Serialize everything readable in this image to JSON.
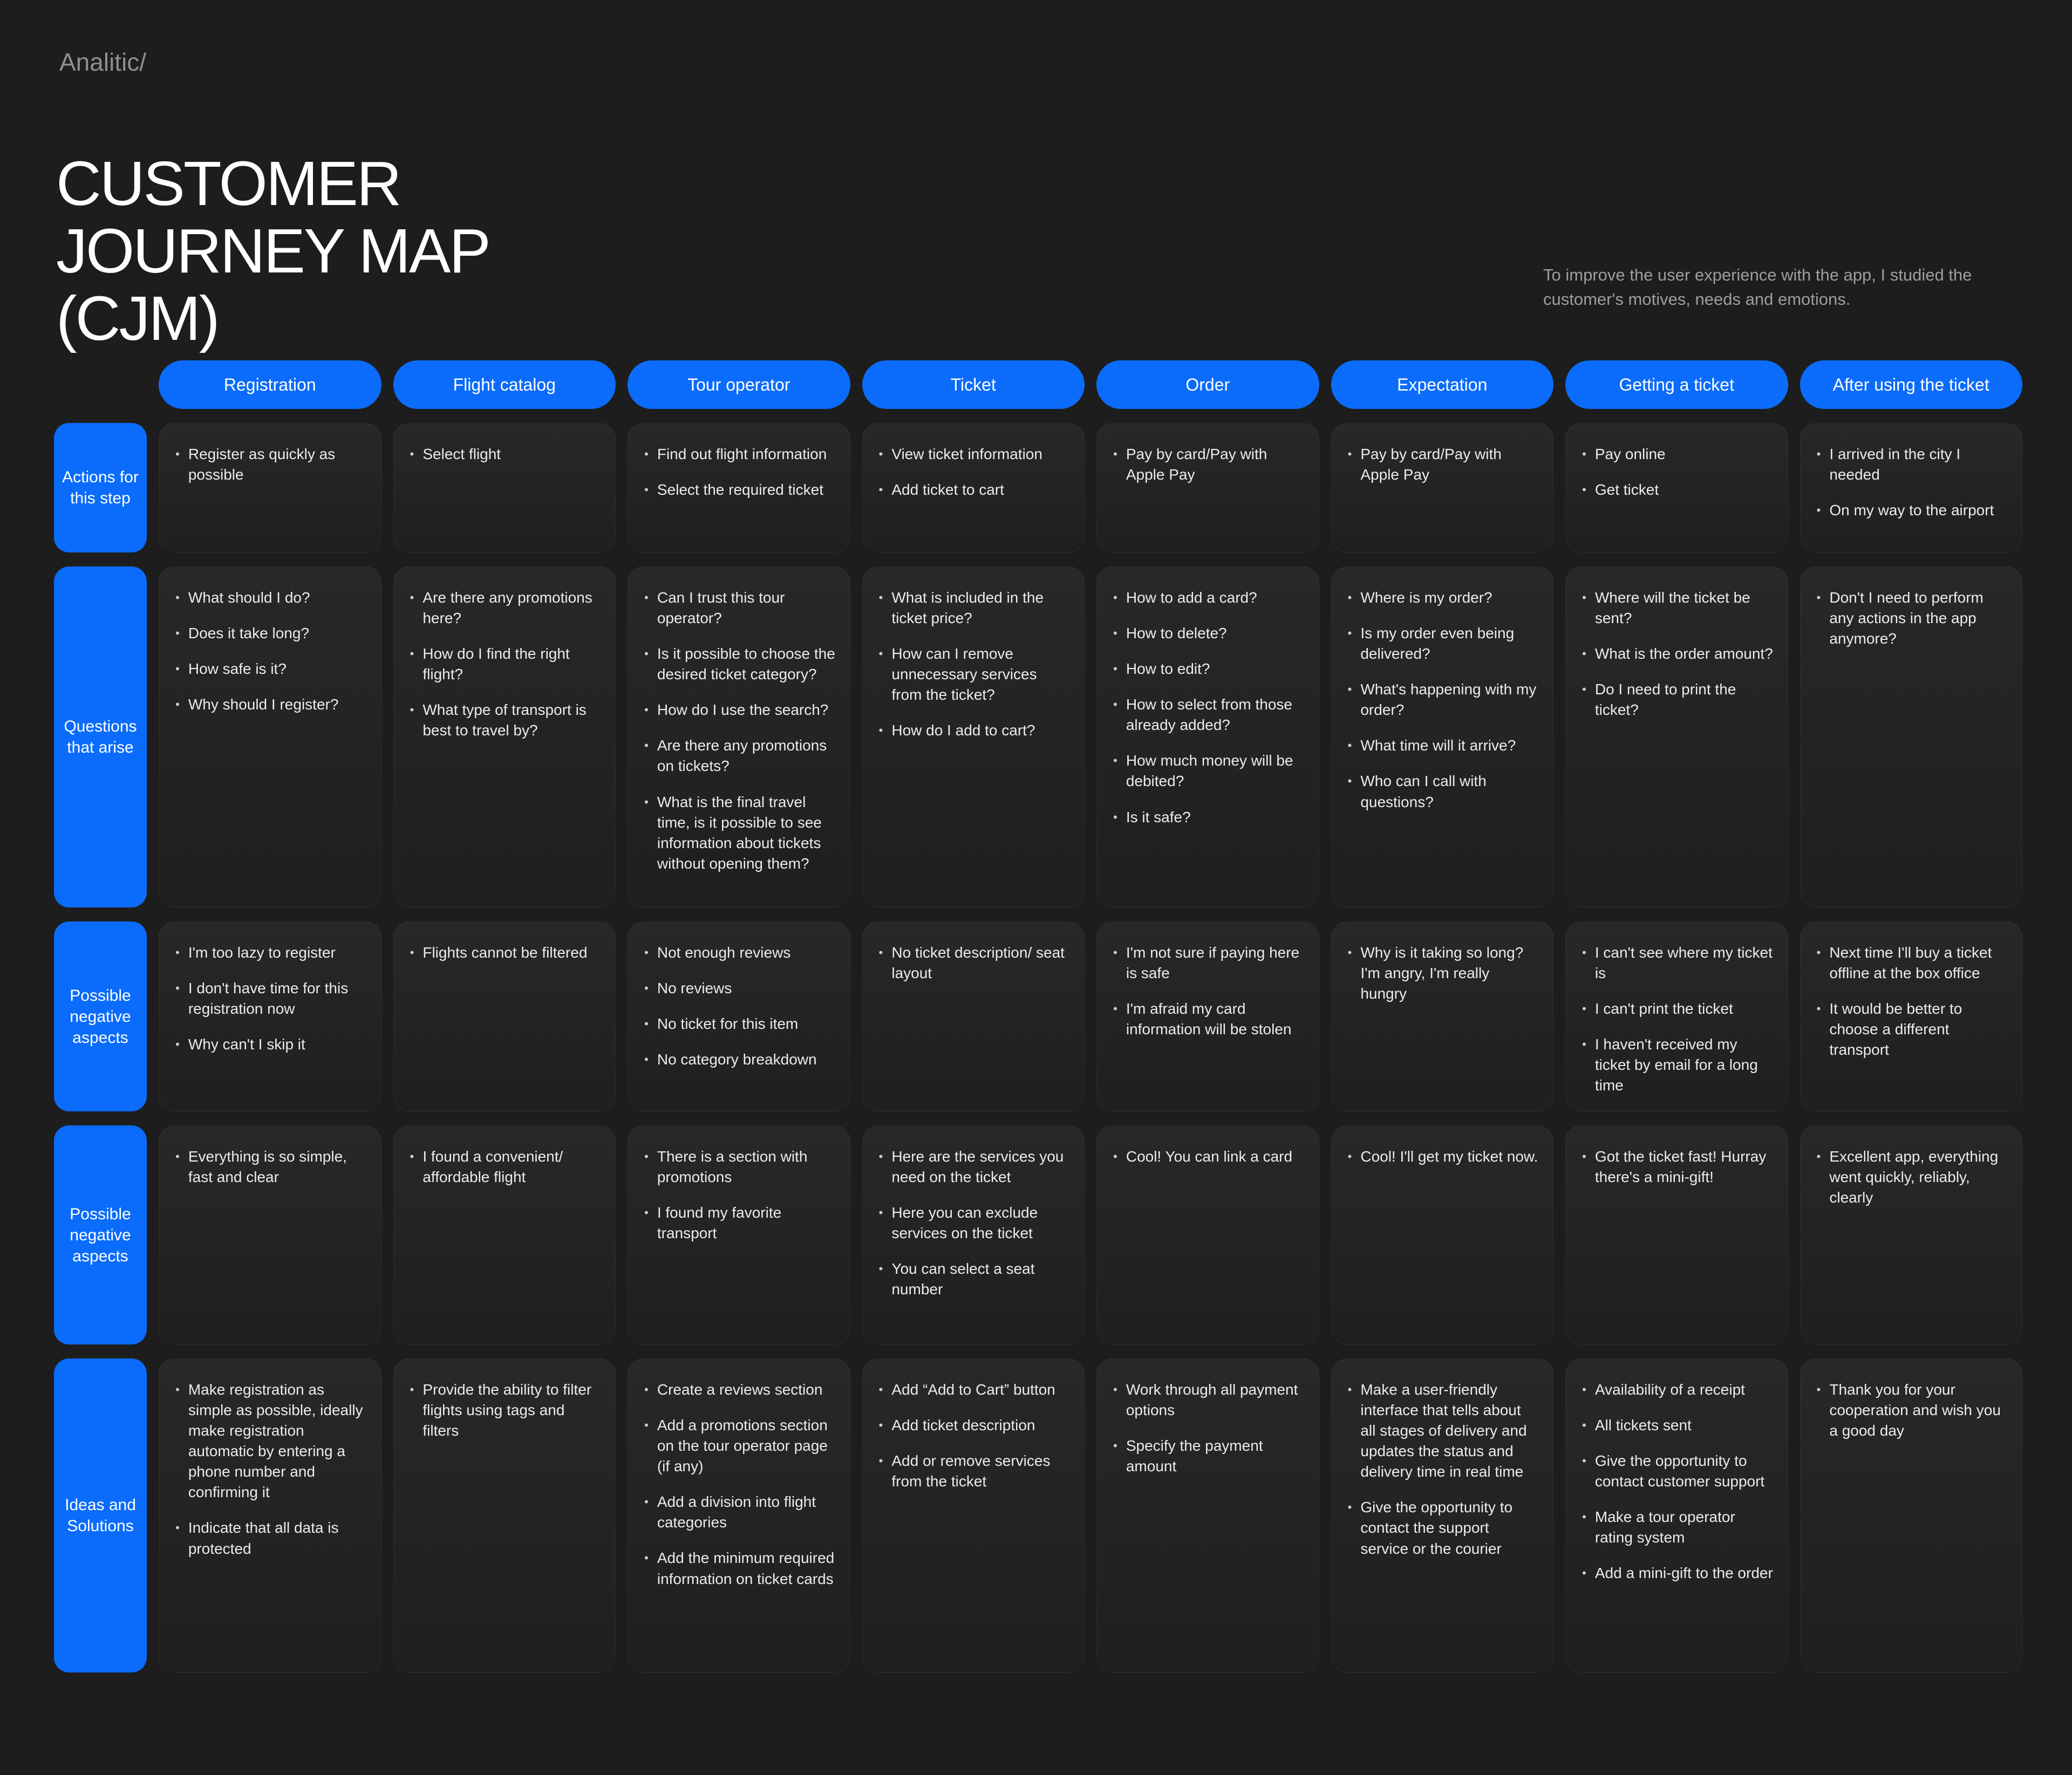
{
  "page": {
    "brand": "Analitic/",
    "title": "CUSTOMER\nJOURNEY MAP\n(CJM)",
    "subtitle": "To improve the user experience with the app, I studied the customer's motives, needs and emotions."
  },
  "colors": {
    "accent": "#0B6CFB",
    "background": "#1D1D1D",
    "card_top": "#282828",
    "card_bottom": "#1F1F1F",
    "text": "#ECECEC",
    "muted": "#9C9C9C"
  },
  "columns": [
    "Registration",
    "Flight catalog",
    "Tour operator",
    "Ticket",
    "Order",
    "Expectation",
    "Getting a ticket",
    "After using the ticket"
  ],
  "rows": [
    {
      "label": "Actions for this step",
      "cells": [
        [
          "Register as quickly as possible"
        ],
        [
          "Select flight"
        ],
        [
          "Find out flight information",
          "Select the required ticket"
        ],
        [
          "View ticket information",
          "Add ticket to cart"
        ],
        [
          "Pay by card/Pay with Apple Pay"
        ],
        [
          "Pay by card/Pay with Apple Pay"
        ],
        [
          "Pay online",
          "Get ticket"
        ],
        [
          "I arrived in the city I needed",
          "On my way to the airport"
        ]
      ]
    },
    {
      "label": "Questions that arise",
      "cells": [
        [
          "What should I do?",
          "Does it take long?",
          "How safe is it?",
          "Why should I register?"
        ],
        [
          "Are there any promotions here?",
          "How do I find the right flight?",
          "What type of transport is best to travel by?"
        ],
        [
          "Can I trust this tour operator?",
          "Is it possible to choose the desired ticket category?",
          "How do I use the search?",
          "Are there any promotions on tickets?",
          "What is the final travel time, is it possible to see information about tickets without opening them?"
        ],
        [
          "What is included in the ticket price?",
          "How can I remove unnecessary services from the ticket?",
          "How do I add to cart?"
        ],
        [
          "How to add a card?",
          "How to delete?",
          "How to edit?",
          "How to select from those already added?",
          "How much money will be debited?",
          "Is it safe?"
        ],
        [
          "Where is my order?",
          "Is my order even being delivered?",
          "What's happening with my order?",
          "What time will it arrive?",
          "Who can I call with questions?"
        ],
        [
          "Where will the ticket be sent?",
          "What is the order amount?",
          "Do I need to print the ticket?"
        ],
        [
          "Don't I need to perform any actions in the app anymore?"
        ]
      ]
    },
    {
      "label": "Possible negative aspects",
      "cells": [
        [
          "I'm too lazy to register",
          "I don't have time for this registration now",
          "Why can't I skip it"
        ],
        [
          "Flights cannot be filtered"
        ],
        [
          "Not enough reviews",
          "No reviews",
          "No ticket for this item",
          "No category breakdown"
        ],
        [
          "No ticket description/ seat layout"
        ],
        [
          "I'm not sure if paying here is safe",
          "I'm afraid my card information will be stolen"
        ],
        [
          "Why is it taking so long? I'm angry, I'm really hungry"
        ],
        [
          "I can't see where my ticket is",
          "I can't print the ticket",
          "I haven't received my ticket by email for a long time"
        ],
        [
          "Next time I'll buy a ticket offline at the box office",
          "It would be better to choose a different transport"
        ]
      ]
    },
    {
      "label": "Possible negative aspects",
      "cells": [
        [
          "Everything is so simple, fast and clear"
        ],
        [
          "I found a convenient/ affordable flight"
        ],
        [
          "There is a section with promotions",
          "I found my favorite transport"
        ],
        [
          "Here are the services you need on the ticket",
          "Here you can exclude services on the ticket",
          "You can select a seat number"
        ],
        [
          "Cool! You can link a card"
        ],
        [
          "Cool! I'll get my ticket now."
        ],
        [
          "Got the ticket fast! Hurray there's a mini-gift!"
        ],
        [
          "Excellent app, everything went quickly, reliably, clearly"
        ]
      ]
    },
    {
      "label": "Ideas and Solutions",
      "cells": [
        [
          "Make registration as simple as possible, ideally make registration automatic by entering a phone number and confirming it",
          "Indicate that all data is protected"
        ],
        [
          "Provide the ability to filter flights using tags and filters"
        ],
        [
          "Create a reviews section",
          "Add a promotions section on the tour operator page (if any)",
          "Add a division into flight categories",
          "Add the minimum required information on ticket cards"
        ],
        [
          "Add “Add to Cart” button",
          "Add ticket description",
          "Add or remove services from the ticket"
        ],
        [
          "Work through all payment options",
          "Specify the payment amount"
        ],
        [
          "Make a user-friendly interface that tells about all stages of delivery and updates the status and delivery time in real time",
          "Give the opportunity to contact the support service or the courier"
        ],
        [
          "Availability of a receipt",
          "All tickets sent",
          "Give the opportunity to contact customer support",
          "Make a tour operator rating system",
          "Add a mini-gift to the order"
        ],
        [
          "Thank you for your cooperation and wish you a good day"
        ]
      ]
    }
  ]
}
